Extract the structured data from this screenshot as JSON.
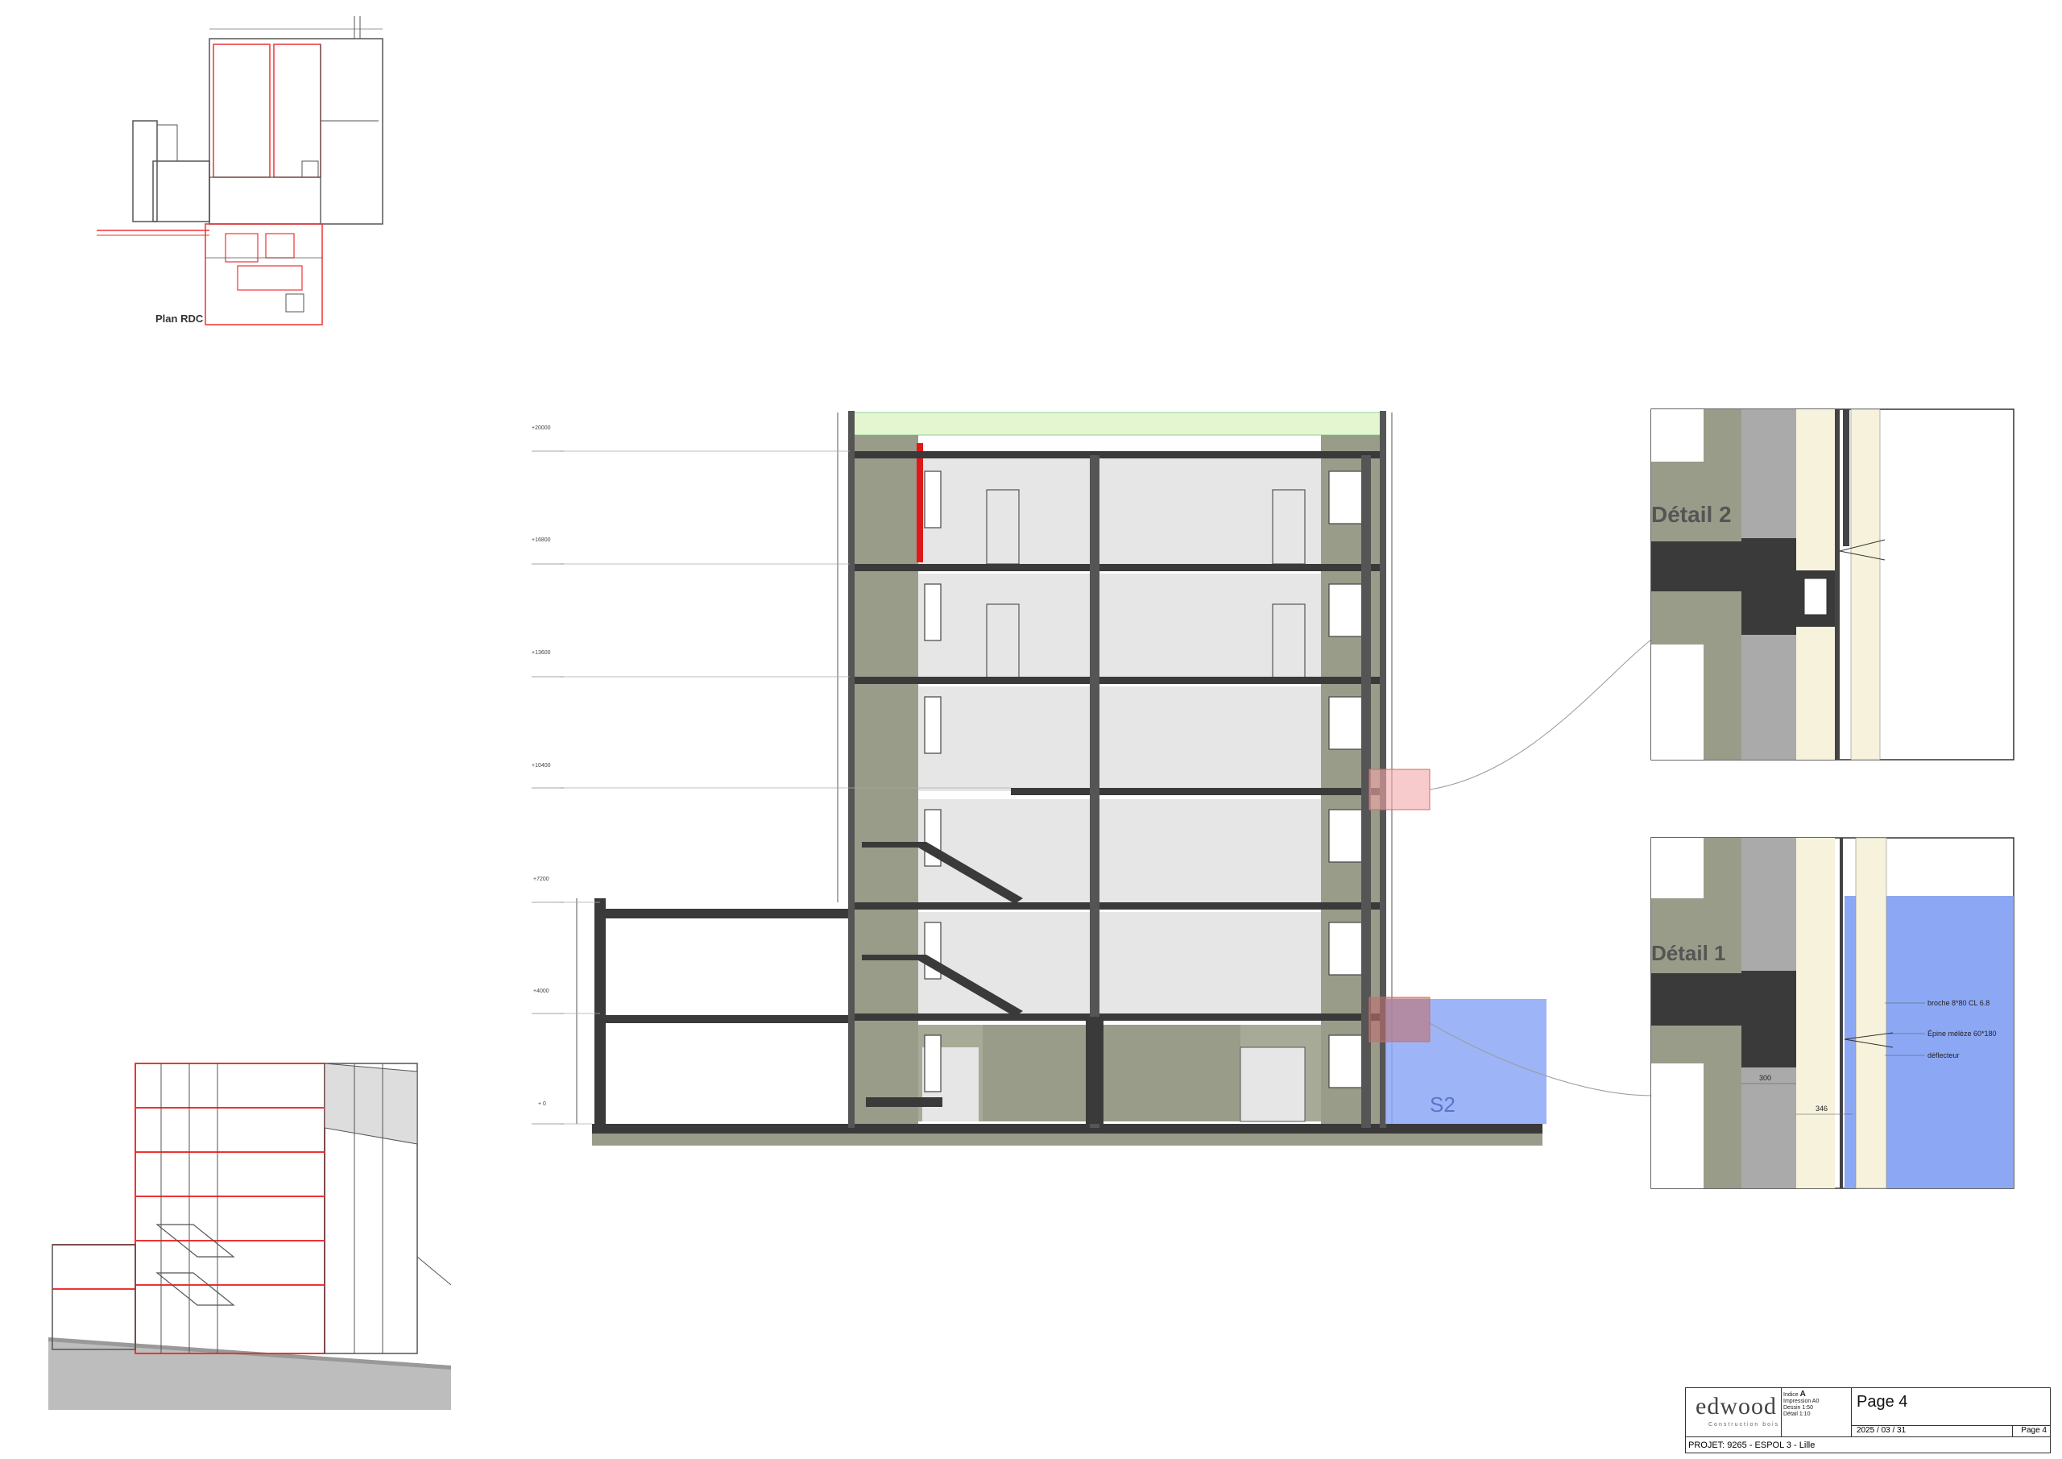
{
  "plan": {
    "label": "Plan RDC"
  },
  "elevations": [
    {
      "label": "+ 0",
      "y": 0
    },
    {
      "label": "+4000",
      "y": 1
    },
    {
      "label": "+7200",
      "y": 2
    },
    {
      "label": "+10400",
      "y": 3
    },
    {
      "label": "+13600",
      "y": 4
    },
    {
      "label": "+16800",
      "y": 5
    },
    {
      "label": "+20000",
      "y": 6
    }
  ],
  "section": {
    "zone_label": "S2"
  },
  "detail2": {
    "title": "Détail 2"
  },
  "detail1": {
    "title": "Détail 1",
    "annotations": [
      "broche 8*80 CL 6.8",
      "Épine mélèze 60*180",
      "déflecteur"
    ],
    "dims": [
      "300",
      "346"
    ]
  },
  "title_block": {
    "logo_text": "edwood",
    "logo_sub": "Construction bois",
    "indice_label": "Indice",
    "indice_value": "A",
    "impression": "Impression A0",
    "dessin": "Dessin 1:50",
    "detail": "Détail 1:10",
    "page_title": "Page 4",
    "date": "2025 / 03 / 31",
    "page_number": "Page 4",
    "project": "PROJET: 9265 - ESPOL 3 - Lille"
  },
  "colors": {
    "concrete": "#3a3a3a",
    "wall_olive": "#9a9c8a",
    "interior": "#e6e6e6",
    "roof_green": "#e4f6d0",
    "blue_zone": "#8ca8f5",
    "red_highlight": "#f2a8a8",
    "red_member": "#e01818"
  }
}
